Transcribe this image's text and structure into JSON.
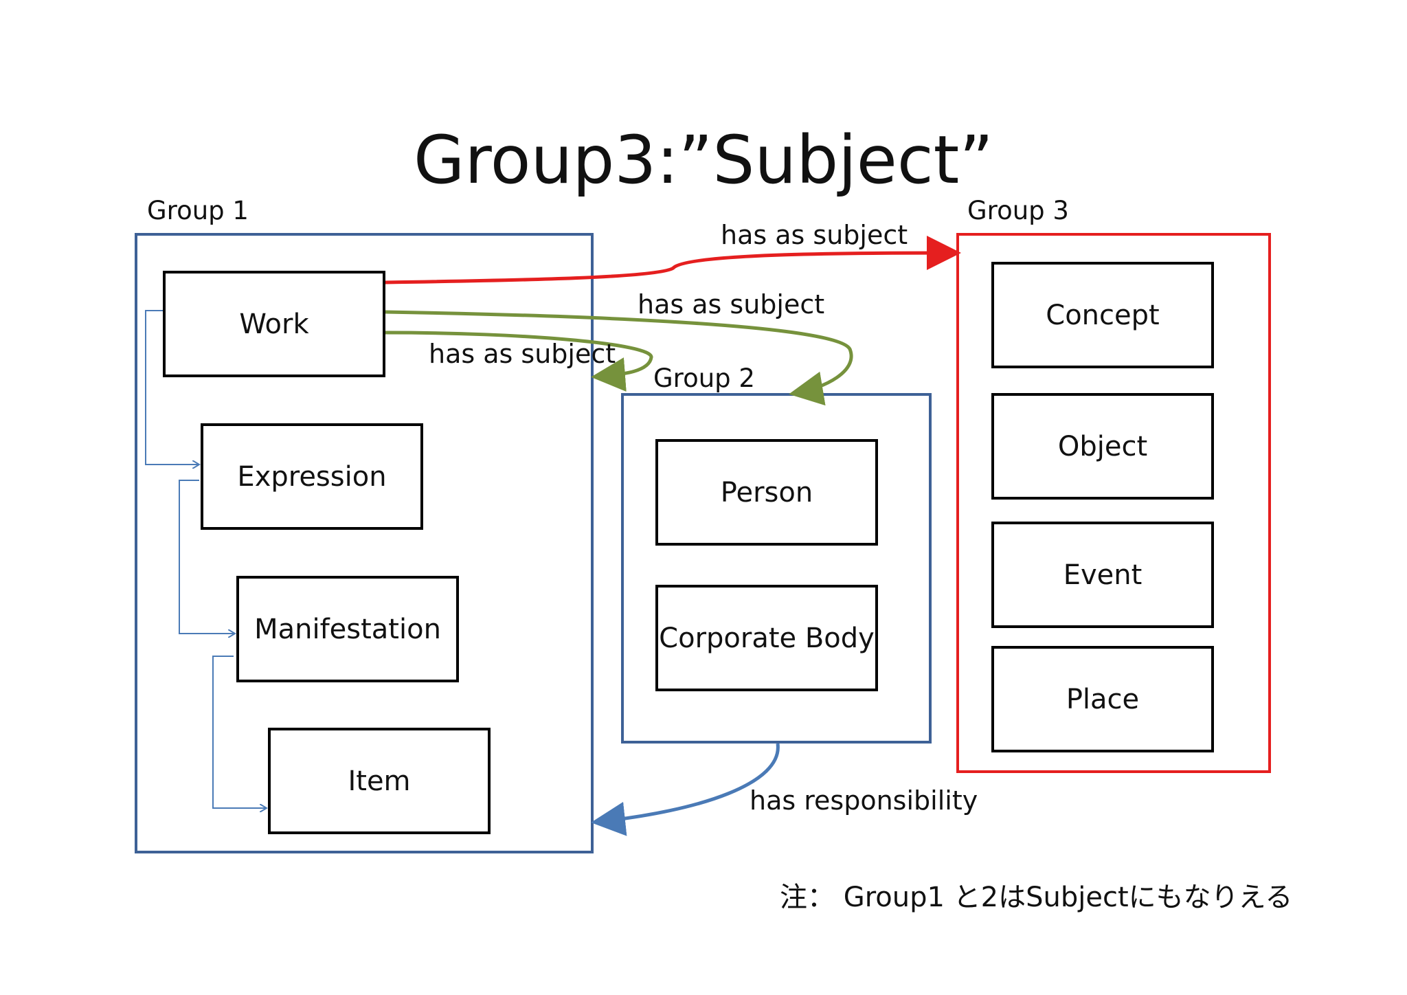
{
  "title": "Group3:”Subject”",
  "groups": {
    "group1": {
      "label": "Group 1"
    },
    "group2": {
      "label": "Group 2"
    },
    "group3": {
      "label": "Group 3"
    }
  },
  "entities": {
    "work": "Work",
    "expression": "Expression",
    "manifestation": "Manifestation",
    "item": "Item",
    "person": "Person",
    "corporate_body": "Corporate Body",
    "concept": "Concept",
    "object": "Object",
    "event": "Event",
    "place": "Place"
  },
  "relationships": {
    "subject_to_group3": "has as subject",
    "subject_to_group2": "has as subject",
    "subject_to_group1": "has as subject",
    "responsibility": "has responsibility"
  },
  "note": "注： Group1 と2はSubjectにもなりえる",
  "colors": {
    "group1_border": "#3e6196",
    "group2_border": "#3e6196",
    "group3_border": "#e51f1f",
    "subject_group3_arrow": "#e51f1f",
    "subject_group12_arrows": "#76923c",
    "responsibility_arrow": "#4a7ab6",
    "hierarchy_connectors": "#4a7ab6"
  }
}
